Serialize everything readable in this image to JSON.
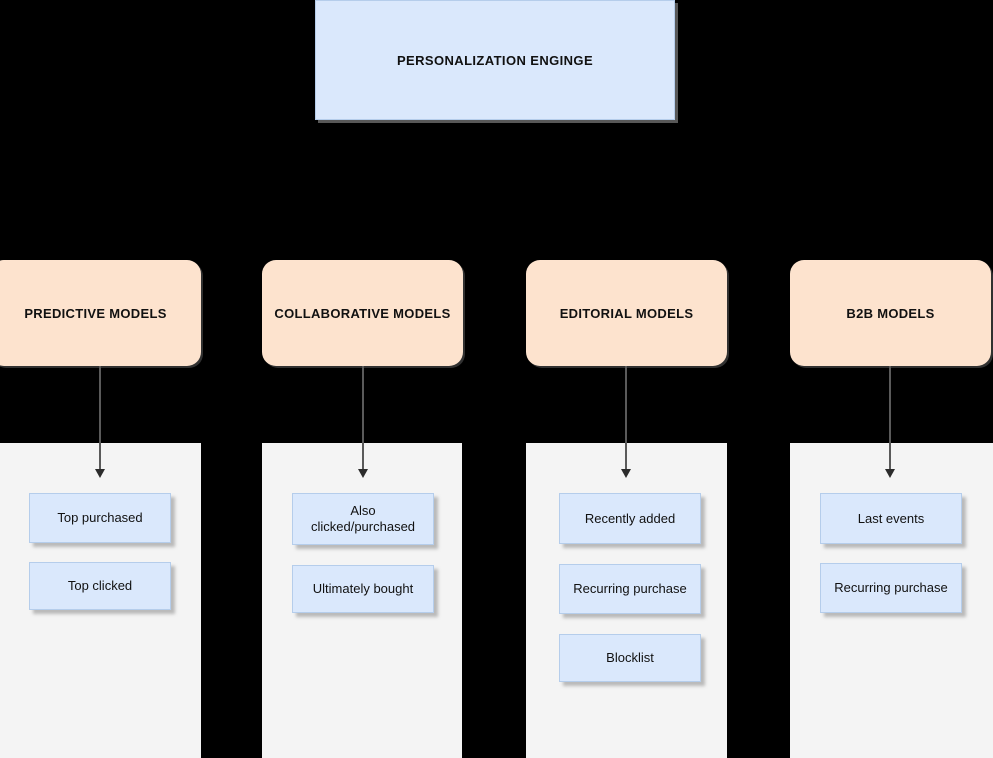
{
  "diagram": {
    "title_box": {
      "label": "PERSONALIZATION ENGINGE",
      "fill": "#dae8fc"
    },
    "model_fill": "#fde3ce",
    "item_fill": "#dae8fc",
    "panel_fill": "#f4f4f4",
    "background": "#000000",
    "columns": [
      {
        "model_label": "PREDICTIVE MODELS",
        "items": [
          {
            "label": "Top purchased"
          },
          {
            "label": "Top clicked"
          }
        ]
      },
      {
        "model_label": "COLLABORATIVE MODELS",
        "items": [
          {
            "label": "Also clicked/purchased"
          },
          {
            "label": "Ultimately bought"
          }
        ]
      },
      {
        "model_label": "EDITORIAL MODELS",
        "items": [
          {
            "label": "Recently added"
          },
          {
            "label": "Recurring purchase"
          },
          {
            "label": "Blocklist"
          }
        ]
      },
      {
        "model_label": "B2B MODELS",
        "items": [
          {
            "label": "Last events"
          },
          {
            "label": "Recurring purchase"
          }
        ]
      }
    ]
  }
}
